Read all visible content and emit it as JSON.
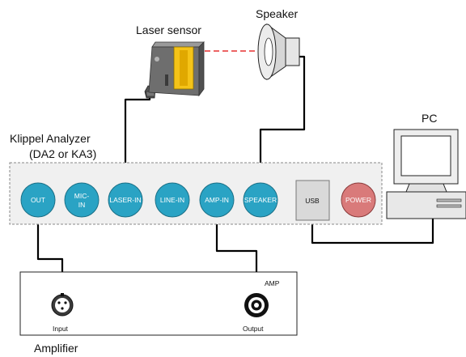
{
  "labels": {
    "laser_sensor": "Laser sensor",
    "speaker": "Speaker",
    "pc": "PC",
    "analyzer_line1": "Klippel Analyzer",
    "analyzer_line2": "(DA2 or KA3)",
    "amplifier": "Amplifier",
    "amp_tag": "AMP",
    "input": "Input",
    "output": "Output"
  },
  "ports": [
    {
      "lines": [
        "OUT"
      ]
    },
    {
      "lines": [
        "MIC-",
        "IN"
      ]
    },
    {
      "lines": [
        "LASER-IN"
      ]
    },
    {
      "lines": [
        "LINE-IN"
      ]
    },
    {
      "lines": [
        "AMP-IN"
      ]
    },
    {
      "lines": [
        "SPEAKER"
      ]
    },
    {
      "lines": [
        "USB"
      ]
    },
    {
      "lines": [
        "POWER"
      ]
    }
  ],
  "colors": {
    "port_fill": "#2aa3c4",
    "power_fill": "#d97a7a",
    "usb_fill": "#d9d9d9",
    "panel_fill": "#f0f0f0",
    "laser_body": "#6e6e6e",
    "laser_window": "#f5c318",
    "laser_beam": "#e53030",
    "cable": "#000000"
  },
  "icons": [
    "laser-sensor-icon",
    "speaker-icon",
    "pc-icon",
    "xlr-connector-icon",
    "speakon-connector-icon"
  ]
}
